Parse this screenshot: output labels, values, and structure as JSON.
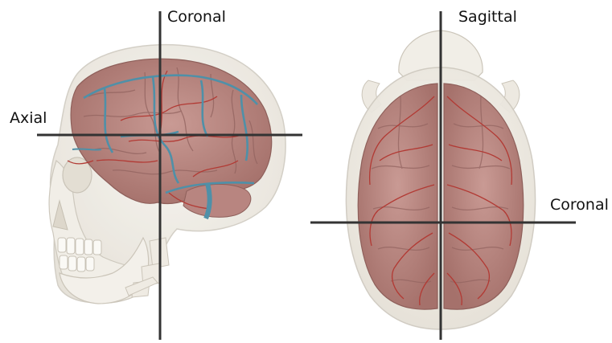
{
  "labels": {
    "left_coronal": "Coronal",
    "axial": "Axial",
    "sagittal": "Sagittal",
    "right_coronal": "Coronal"
  },
  "colors": {
    "plane_line": "#333333",
    "skull": "#ece9e1",
    "skull_outline": "#cfcac0",
    "brain": "#b88580",
    "brain_fold": "#9a6560",
    "artery": "#b23a34",
    "vein": "#4f90a8"
  }
}
